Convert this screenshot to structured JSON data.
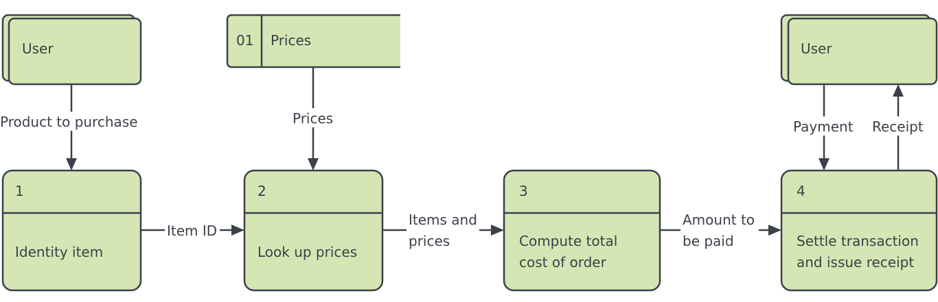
{
  "entities": {
    "user_source": {
      "label": "User"
    },
    "user_sink": {
      "label": "User"
    }
  },
  "data_store": {
    "id": "01",
    "label": "Prices"
  },
  "processes": [
    {
      "number": "1",
      "lines": [
        "Identity item"
      ]
    },
    {
      "number": "2",
      "lines": [
        "Look up prices"
      ]
    },
    {
      "number": "3",
      "lines": [
        "Compute total",
        "cost of order"
      ]
    },
    {
      "number": "4",
      "lines": [
        "Settle transaction",
        "and issue receipt"
      ]
    }
  ],
  "flows": {
    "product_to_purchase": "Product to purchase",
    "prices": "Prices",
    "item_id": "Item ID",
    "items_and_prices": [
      "Items and",
      "prices"
    ],
    "amount_to_be_paid": [
      "Amount to",
      "be paid"
    ],
    "payment": "Payment",
    "receipt": "Receipt"
  },
  "colors": {
    "fill": "#d5e6b4",
    "stroke": "#3b4049"
  }
}
